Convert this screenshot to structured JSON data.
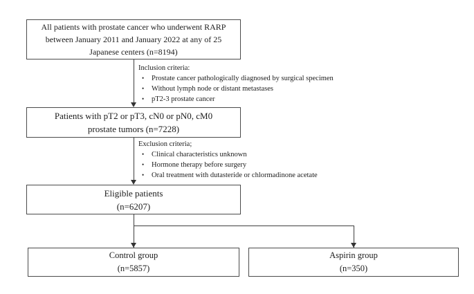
{
  "glyphs": {
    "bullet": "•"
  },
  "colors": {
    "background": "#ffffff",
    "line": "#3d3d3d",
    "border": "#4a4a4a",
    "text": "#1c1c1c"
  },
  "nodes": {
    "all_patients": {
      "lines": [
        "All patients with prostate cancer who underwent RARP",
        "between January 2011 and January 2022 at any of 25",
        "Japanese centers (n=8194)"
      ]
    },
    "pt2_pt3": {
      "lines": [
        "Patients with pT2 or pT3, cN0 or pN0, cM0",
        "prostate tumors (n=7228)"
      ]
    },
    "eligible": {
      "lines": [
        "Eligible patients",
        "(n=6207)"
      ]
    },
    "control": {
      "lines": [
        "Control group",
        "(n=5857)"
      ]
    },
    "aspirin": {
      "lines": [
        "Aspirin group",
        "(n=350)"
      ]
    }
  },
  "annotations": {
    "inclusion": {
      "title": "Inclusion criteria:",
      "items": [
        "Prostate cancer pathologically diagnosed by surgical specimen",
        "Without lymph node or distant metastases",
        "pT2-3 prostate cancer"
      ]
    },
    "exclusion": {
      "title": "Exclusion criteria;",
      "items": [
        "Clinical characteristics unknown",
        "Hormone therapy before surgery",
        "Oral treatment with dutasteride or chlormadinone acetate"
      ]
    }
  }
}
